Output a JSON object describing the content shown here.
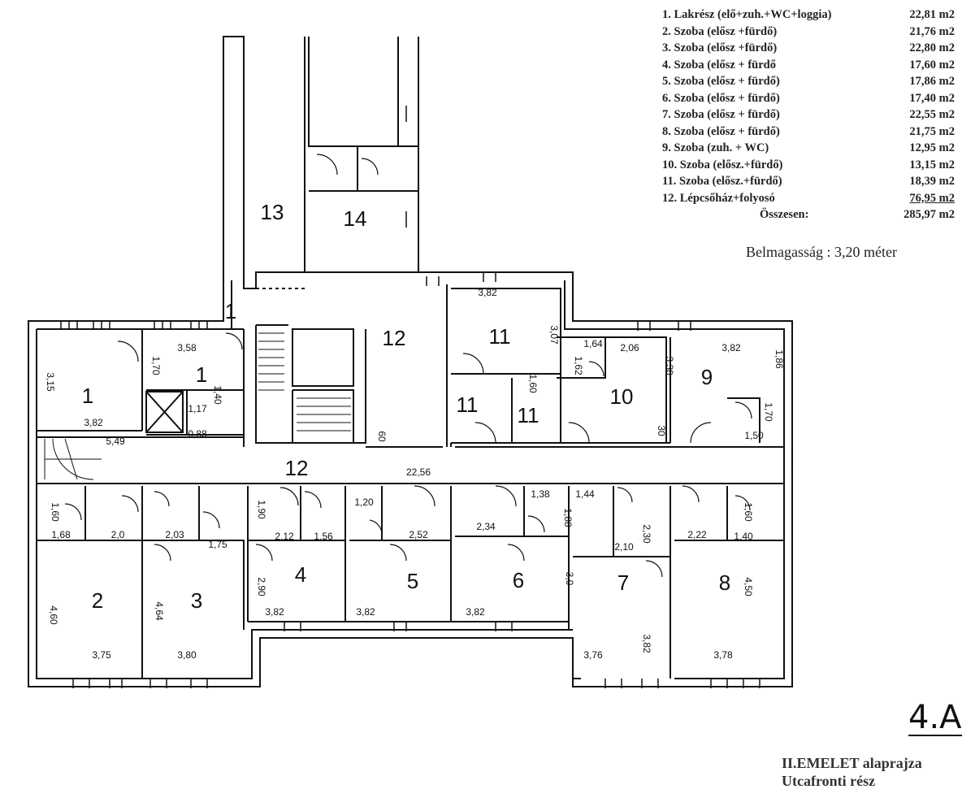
{
  "legend": {
    "items": [
      {
        "label": "1. Lakrész (elő+zuh.+WC+loggia)",
        "area": "22,81 m2"
      },
      {
        "label": "2. Szoba (elősz +fürdő)",
        "area": "21,76 m2"
      },
      {
        "label": "3. Szoba (elősz +fürdő)",
        "area": "22,80 m2"
      },
      {
        "label": "4. Szoba (elősz + fürdő",
        "area": "17,60 m2"
      },
      {
        "label": "5. Szoba (elősz + fürdő)",
        "area": "17,86 m2"
      },
      {
        "label": "6. Szoba (elősz + fürdő)",
        "area": "17,40 m2"
      },
      {
        "label": "7. Szoba (elősz + fürdő)",
        "area": "22,55 m2"
      },
      {
        "label": "8. Szoba (elősz + fürdő)",
        "area": "21,75 m2"
      },
      {
        "label": "9. Szoba (zuh. + WC)",
        "area": "12,95 m2"
      },
      {
        "label": "10. Szoba (elősz.+fürdő)",
        "area": "13,15 m2"
      },
      {
        "label": "11. Szoba (elősz.+fürdő)",
        "area": "18,39 m2"
      },
      {
        "label": "12. Lépcsőház+folyosó",
        "area": "76,95 m2"
      }
    ],
    "total_label": "Összesen:",
    "total_area": "285,97 m2"
  },
  "ceiling_height": "Belmagasság : 3,20 méter",
  "sheet_number": "4.A",
  "title_line1": "II.EMELET alaprajza",
  "title_line2": "Utcafronti rész",
  "rooms": [
    "13",
    "14",
    "12",
    "11",
    "1",
    "1",
    "11",
    "11",
    "10",
    "9",
    "12",
    "2",
    "3",
    "4",
    "5",
    "6",
    "7",
    "8",
    "1"
  ],
  "dims": [
    "3,58",
    "1,70",
    "3,15",
    "3,82",
    "1,17",
    "0,88",
    "1,40",
    "5,49",
    "60",
    "3,82",
    "3,07",
    "1,62",
    "1,64",
    "2,06",
    "3,30",
    "3,82",
    "1,86",
    "1,60",
    "30",
    "1,70",
    "1,50",
    "22,56",
    "1,60",
    "1,68",
    "2,0",
    "2,03",
    "1,75",
    "1,90",
    "2,12",
    "1,56",
    "1,20",
    "2,52",
    "2,34",
    "1,38",
    "1,88",
    "1,44",
    "2,30",
    "2,10",
    "2,22",
    "1,60",
    "1,40",
    "4,60",
    "4,64",
    "2,90",
    "3,0",
    "3,82",
    "3,82",
    "3,82",
    "4,50",
    "3,82",
    "3,75",
    "3,80",
    "3,76",
    "3,78"
  ]
}
